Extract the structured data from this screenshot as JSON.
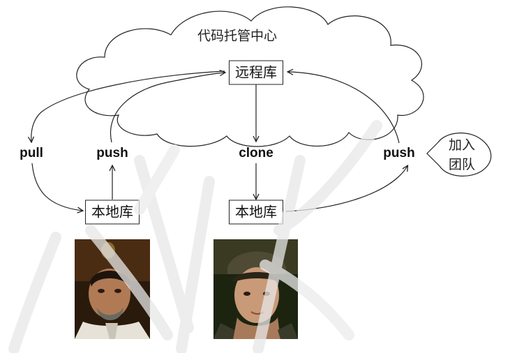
{
  "cloud": {
    "title": "代码托管中心"
  },
  "remote_repo": {
    "label": "远程库"
  },
  "local_repo_left": {
    "label": "本地库"
  },
  "local_repo_right": {
    "label": "本地库"
  },
  "arrows": {
    "pull": "pull",
    "push_left": "push",
    "clone": "clone",
    "push_right": "push"
  },
  "join_team": {
    "line1": "加入",
    "line2": "团队"
  },
  "colors": {
    "line": "#222222",
    "watermark": "#e4e4e4"
  }
}
